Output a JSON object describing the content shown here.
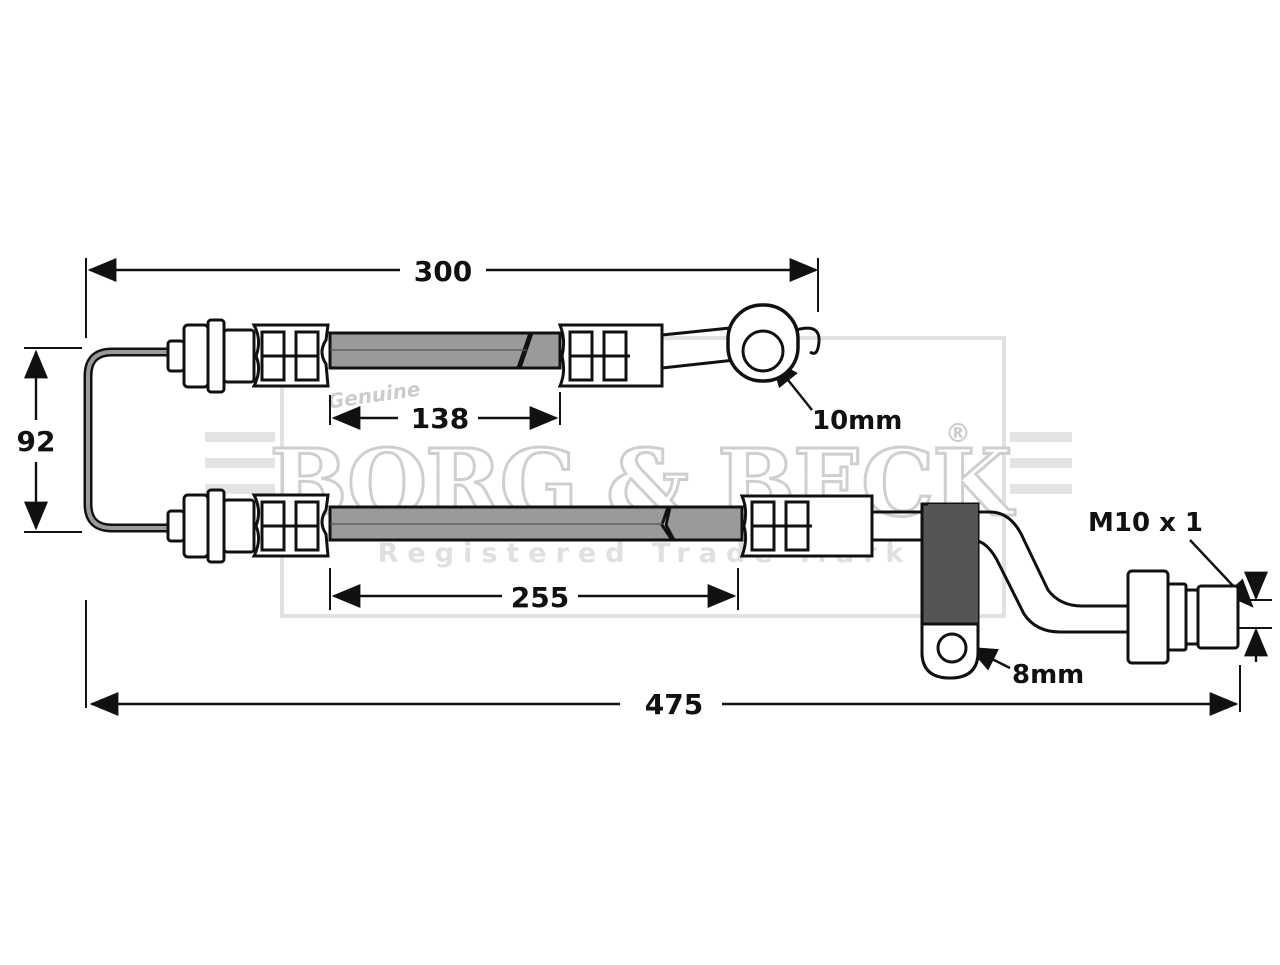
{
  "colors": {
    "ink": "#111111",
    "hose": "#9a9a9a",
    "bracket": "#555555",
    "watermark": "#d8d8d8"
  },
  "dimensions": {
    "overall_length": "475",
    "upper_hose_length": "300",
    "upper_section": "138",
    "lower_section": "255",
    "height": "92"
  },
  "labels": {
    "banjo_bore": "10mm",
    "bracket_hole": "8mm",
    "thread": "M10 x 1"
  },
  "watermark": {
    "brand": "BORG & BECK",
    "trademark_symbol": "®",
    "subtitle": "Registered Trade Mark",
    "script": "Genuine"
  }
}
